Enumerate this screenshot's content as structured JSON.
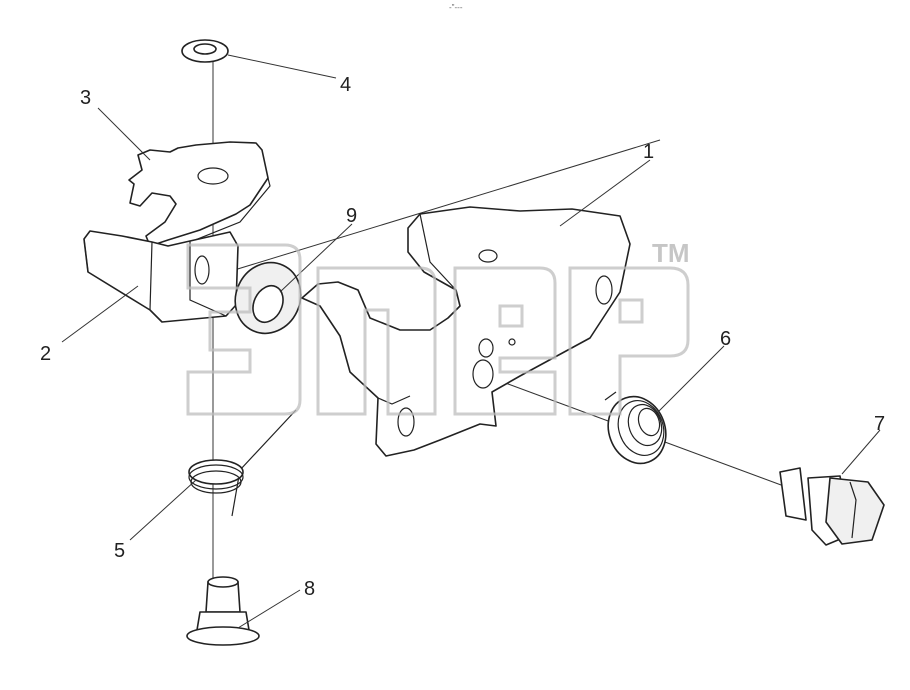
{
  "figure": {
    "top_mark": "-\"---",
    "callouts": [
      "1",
      "2",
      "3",
      "4",
      "5",
      "6",
      "7",
      "8",
      "9"
    ]
  },
  "watermark": {
    "mark": "TM"
  },
  "colors": {
    "line": "#222222",
    "watermark": "#bdbdbd",
    "background": "#ffffff"
  }
}
